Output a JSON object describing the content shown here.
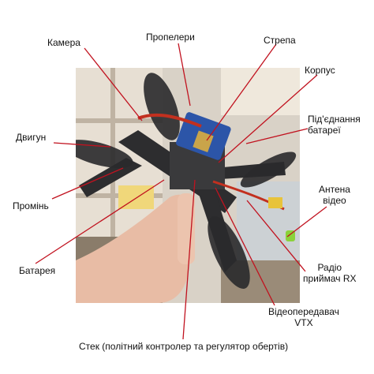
{
  "photo": {
    "description_icon": "fpv-drone-photo",
    "colors": {
      "wall": "#d9d2c7",
      "shelf": "#e7dfd3",
      "shadow": "#7a6c5c",
      "arm": "#2d2d2f",
      "battery": "#2c55a8",
      "hand": "#e8bca5",
      "wire_red": "#c2301f",
      "antenna_green": "#8bd23a"
    }
  },
  "leader_color": "#c1121f",
  "labels": {
    "camera": "Камера",
    "propellers": "Пропелери",
    "strap": "Стрепа",
    "frame": "Корпус",
    "battery_connection": [
      "Під'єднання",
      "батареї"
    ],
    "motor": "Двигун",
    "arm": "Промінь",
    "video_antenna": [
      "Антена",
      "відео"
    ],
    "battery": "Батарея",
    "rx": [
      "Радіо",
      "приймач RX"
    ],
    "vtx": [
      "Відеопередавач",
      "VTX"
    ],
    "stack": "Стек (політний контролер та регулятор обертів)"
  }
}
